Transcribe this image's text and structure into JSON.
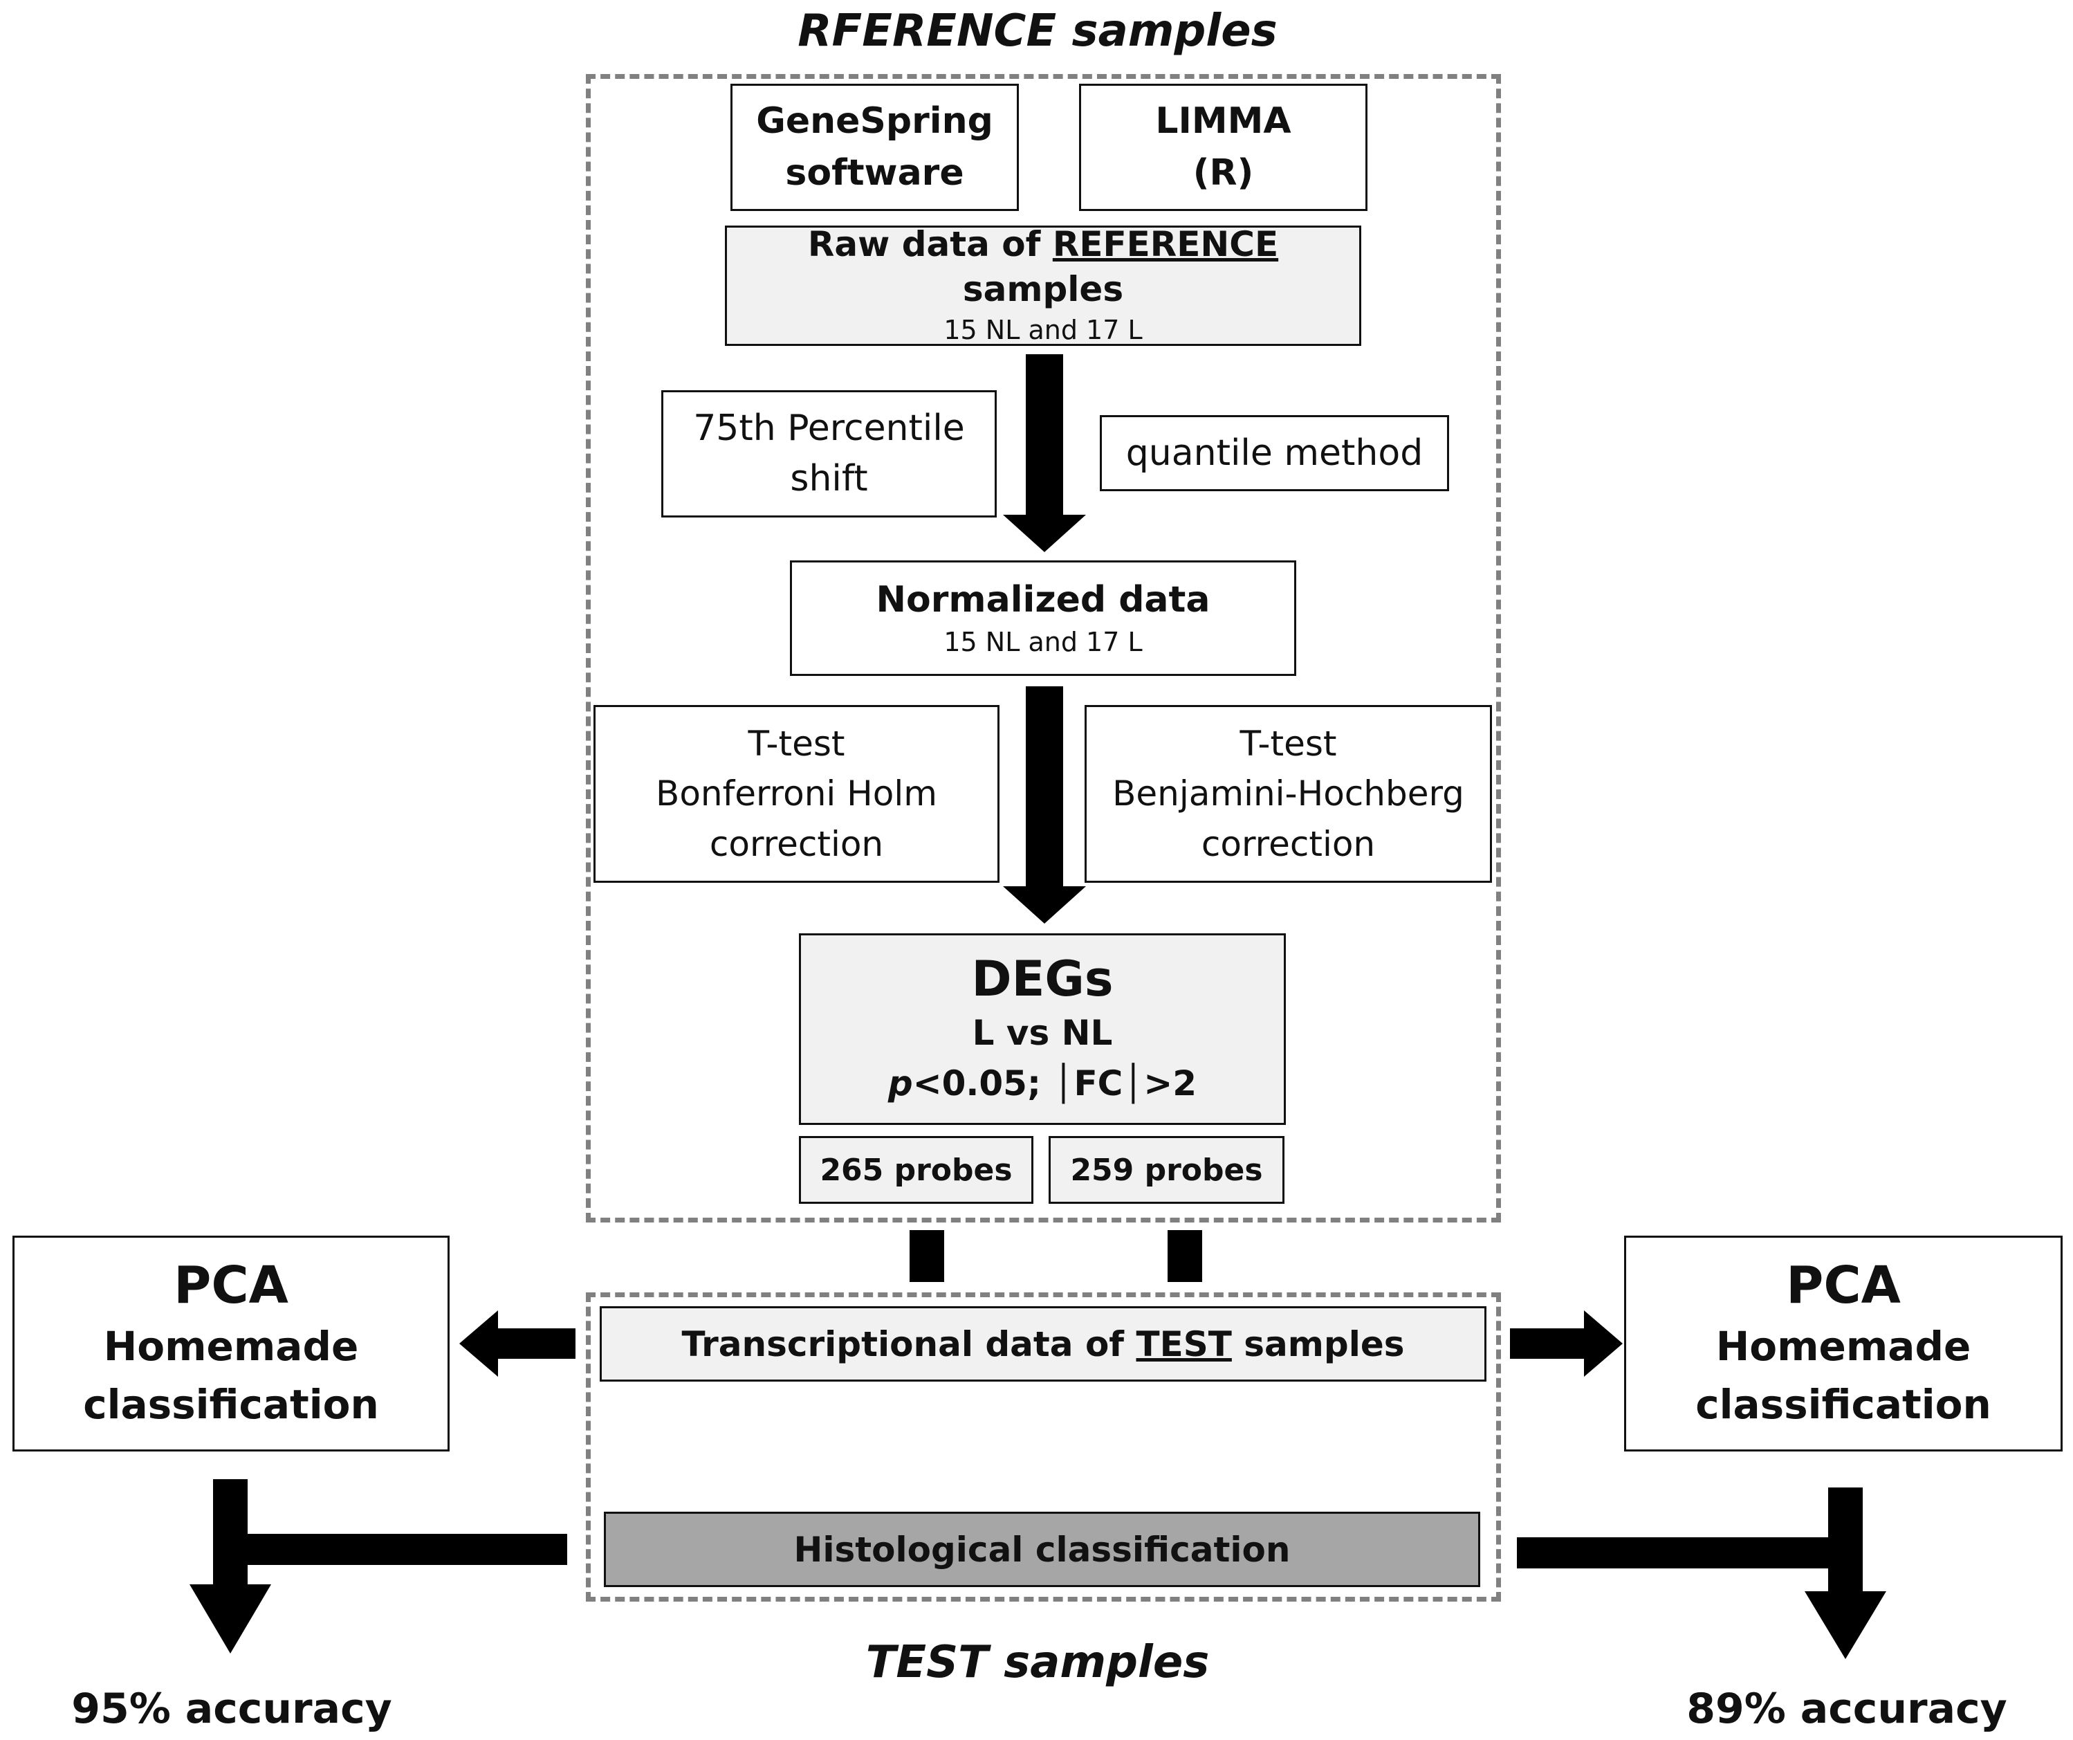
{
  "reference_title": {
    "lead": "RFERENCE",
    "tail": "samples"
  },
  "test_title": {
    "lead": "TEST",
    "tail": "samples"
  },
  "genespring": {
    "line1": "GeneSpring",
    "line2": "software"
  },
  "limma": {
    "line1": "LIMMA",
    "line2": "(R)"
  },
  "raw_data": {
    "pre": "Raw data of",
    "emph": "REFERENCE",
    "post": "samples",
    "sub": "15 NL and 17 L"
  },
  "percentile": {
    "line1": "75th Percentile",
    "line2": "shift"
  },
  "quantile": {
    "label": "quantile method"
  },
  "normalized": {
    "title": "Normalized data",
    "sub": "15 NL and 17 L"
  },
  "ttest_left": {
    "line1": "T-test",
    "line2": "Bonferroni Holm",
    "line3": "correction"
  },
  "ttest_right": {
    "line1": "T-test",
    "line2": "Benjamini-Hochberg",
    "line3": "correction"
  },
  "degs": {
    "title": "DEGs",
    "line2": "L vs NL",
    "p": "p",
    "line3": "<0.05; │FC│>2"
  },
  "probes_left": "265 probes",
  "probes_right": "259 probes",
  "transcriptional": {
    "pre": "Transcriptional data of",
    "emph": "TEST",
    "post": "samples"
  },
  "histological": "Histological classification",
  "pca_left": {
    "title": "PCA",
    "line2": "Homemade",
    "line3": "classification"
  },
  "pca_right": {
    "title": "PCA",
    "line2": "Homemade",
    "line3": "classification"
  },
  "accuracy_left": "95% accuracy",
  "accuracy_right": "89% accuracy"
}
